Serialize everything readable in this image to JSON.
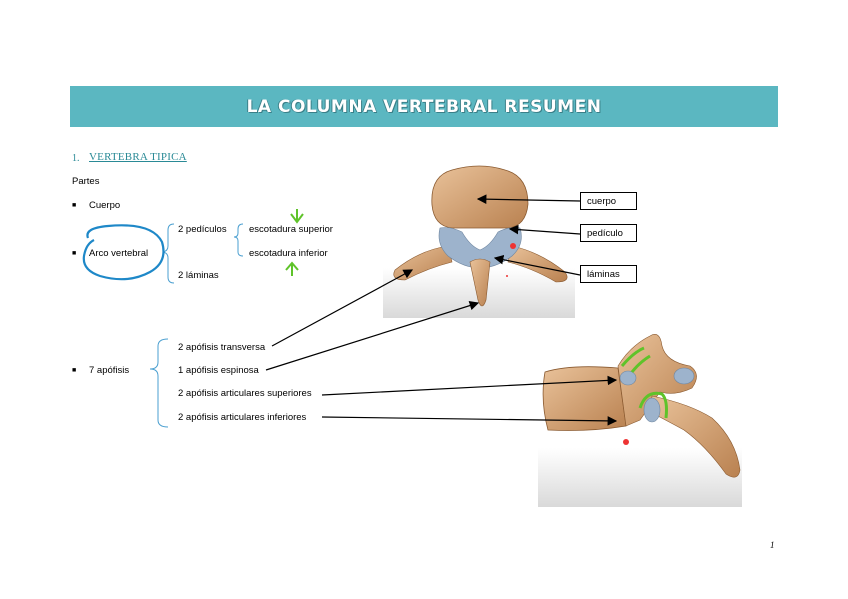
{
  "title": "LA COLUMNA VERTEBRAL RESUMEN",
  "section": {
    "number": "1.",
    "title": "VERTEBRA TIPICA"
  },
  "partes_label": "Partes",
  "items": {
    "cuerpo": "Cuerpo",
    "arco_vertebral": "Arco vertebral",
    "apofisis": "7 apófisis"
  },
  "arco": {
    "pediculos": "2 pedículos",
    "laminas": "2 láminas",
    "escotadura_superior": "escotadura superior",
    "escotadura_inferior": "escotadura inferior"
  },
  "apofisis_list": [
    "2 apófisis transversa",
    "1 apófisis espinosa",
    "2 apófisis articulares superiores",
    "2 apófisis articulares inferiores"
  ],
  "figure_labels": {
    "cuerpo": "cuerpo",
    "pediculo": "pedículo",
    "laminas": "láminas"
  },
  "page_number": "1",
  "colors": {
    "title_bar": "#5bb7c1",
    "annotation_circle": "#1e88c8",
    "arrow_green": "#5fc32a",
    "bone": "#d8a06a",
    "cartilage": "#9db3cc"
  }
}
